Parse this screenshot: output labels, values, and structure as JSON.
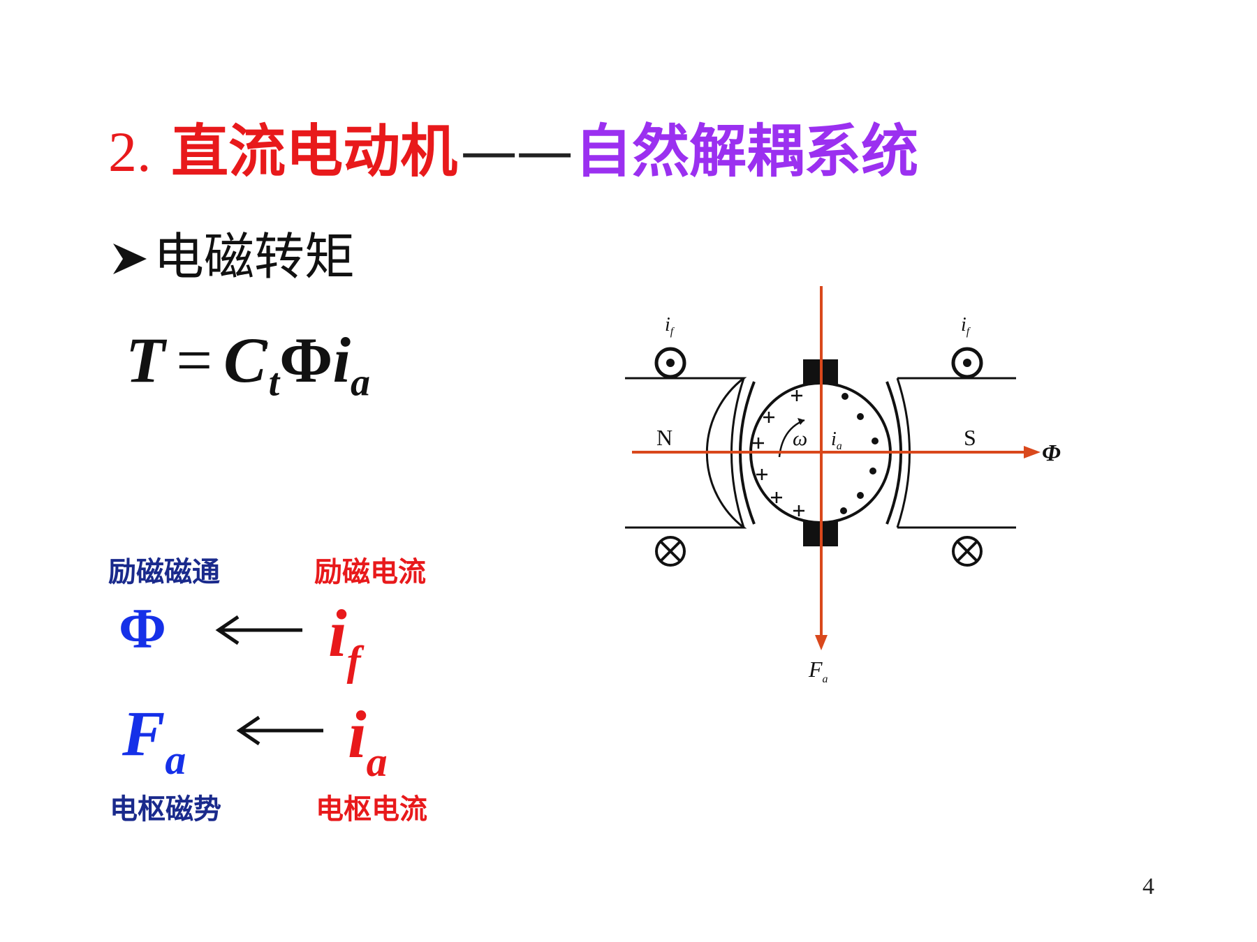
{
  "title": {
    "number": "2.",
    "part1": "直流电动机",
    "dash": "——",
    "part2": "自然解耦系统"
  },
  "bullet": {
    "text": "电磁转矩"
  },
  "formula": {
    "T": "T",
    "eq": "=",
    "C": "C",
    "C_sub": "t",
    "C_prime": "'",
    "Phi": "Φ",
    "i": "i",
    "i_sub": "a"
  },
  "relations": {
    "excitation_flux_label": "励磁磁通",
    "excitation_current_label": "励磁电流",
    "flux_symbol": "Φ",
    "if_symbol": "i",
    "if_sub": "f",
    "Fa_symbol": "F",
    "Fa_sub": "a",
    "ia_symbol": "i",
    "ia_sub": "a",
    "armature_mmf_label": "电枢磁势",
    "armature_current_label": "电枢电流"
  },
  "diagram": {
    "if_left": "i",
    "if_left_sub": "f",
    "if_right": "i",
    "if_right_sub": "f",
    "pole_N": "N",
    "pole_S": "S",
    "omega": "ω",
    "ia": "i",
    "ia_sub": "a",
    "phi_axis": "Φ",
    "Fa": "F",
    "Fa_sub": "a",
    "axis_color": "#d9481c"
  },
  "page_number": "4"
}
